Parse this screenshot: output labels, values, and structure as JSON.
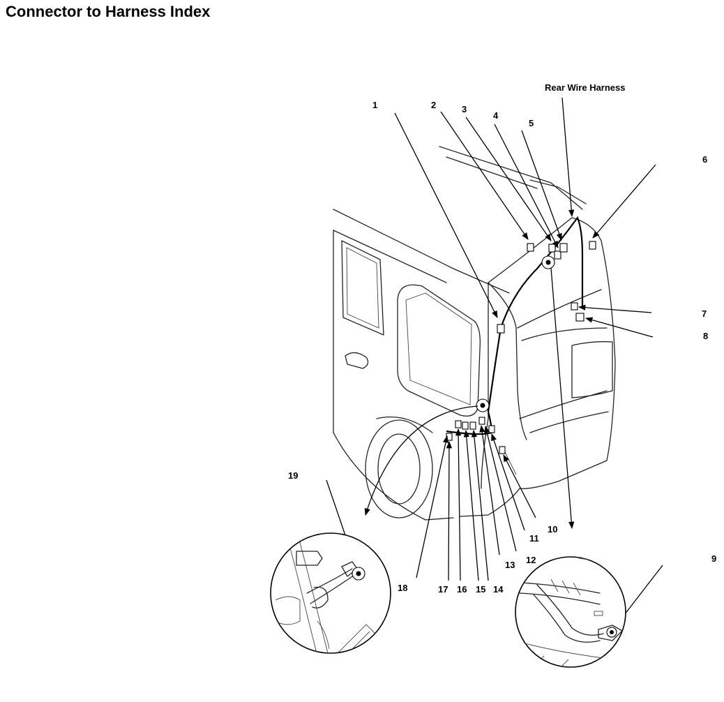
{
  "title": "Connector to Harness Index",
  "harness_label": "Rear Wire Harness",
  "callouts": [
    "1",
    "2",
    "3",
    "4",
    "5",
    "6",
    "7",
    "8",
    "9",
    "10",
    "11",
    "12",
    "13",
    "14",
    "15",
    "16",
    "17",
    "18",
    "19"
  ]
}
